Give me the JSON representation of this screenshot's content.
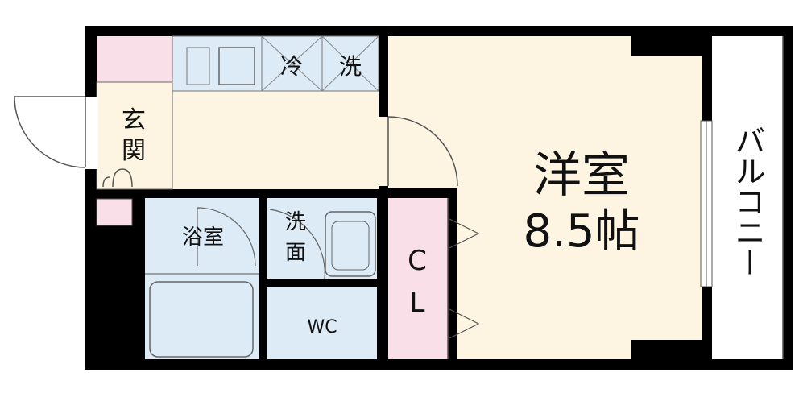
{
  "rooms": {
    "genkan": {
      "line1": "玄",
      "line2": "関"
    },
    "fridge": "冷",
    "washer": "洗",
    "bath": "浴室",
    "washroom": {
      "line1": "洗",
      "line2": "面"
    },
    "wc": "WC",
    "closet": {
      "line1": "C",
      "line2": "L"
    },
    "western_room": {
      "name": "洋室",
      "size": "8.5帖"
    },
    "balcony": "バルコニー"
  },
  "colors": {
    "wall": "#000000",
    "floor_cream": "#fdf5e1",
    "wet_blue": "#dcebf6",
    "closet_pink": "#f9dfe8",
    "entry_pink": "#f9dfe8",
    "outline_gray": "#555555"
  }
}
